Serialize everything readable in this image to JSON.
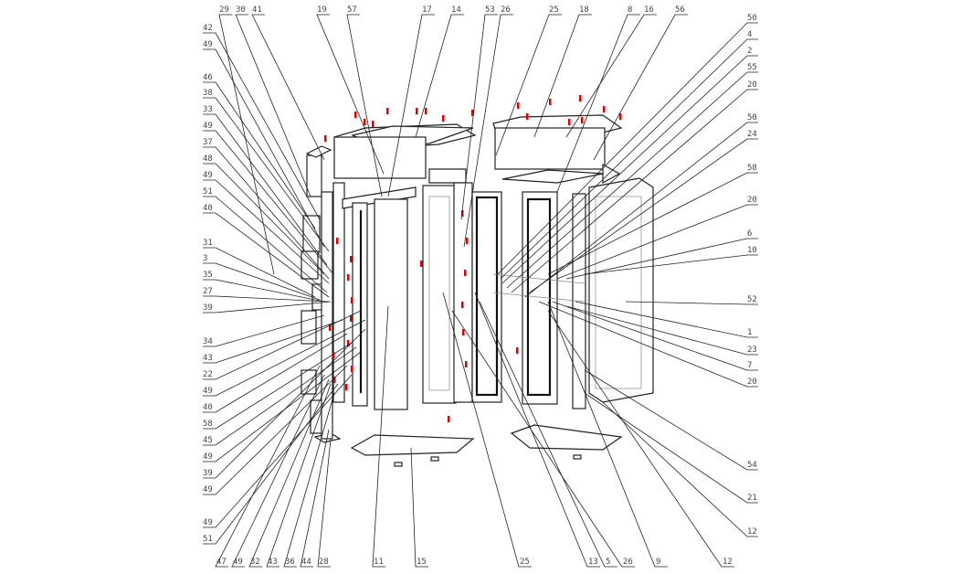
{
  "diagram": {
    "type": "exploded assembly drawing",
    "top_labels": [
      "29",
      "30",
      "41",
      "19",
      "57",
      "17",
      "14",
      "53",
      "26",
      "25",
      "18",
      "8",
      "16",
      "56"
    ],
    "left_labels": [
      "42",
      "49",
      "46",
      "38",
      "33",
      "49",
      "37",
      "48",
      "49",
      "51",
      "40",
      "31",
      "3",
      "35",
      "27",
      "39",
      "34",
      "43",
      "22",
      "49",
      "40",
      "58",
      "45",
      "49",
      "39",
      "49",
      "49",
      "51"
    ],
    "bottom_labels": [
      "47",
      "49",
      "32",
      "43",
      "36",
      "44",
      "28",
      "11",
      "15",
      "25",
      "13",
      "5",
      "26",
      "9",
      "12"
    ],
    "right_labels": [
      "50",
      "4",
      "2",
      "55",
      "20",
      "50",
      "24",
      "58",
      "20",
      "6",
      "10",
      "52",
      "1",
      "23",
      "7",
      "20",
      "54",
      "21",
      "12"
    ],
    "colors": {
      "line": "#222222",
      "hidden": "#888888",
      "fastener": "#e00000",
      "label": "#444444"
    }
  }
}
